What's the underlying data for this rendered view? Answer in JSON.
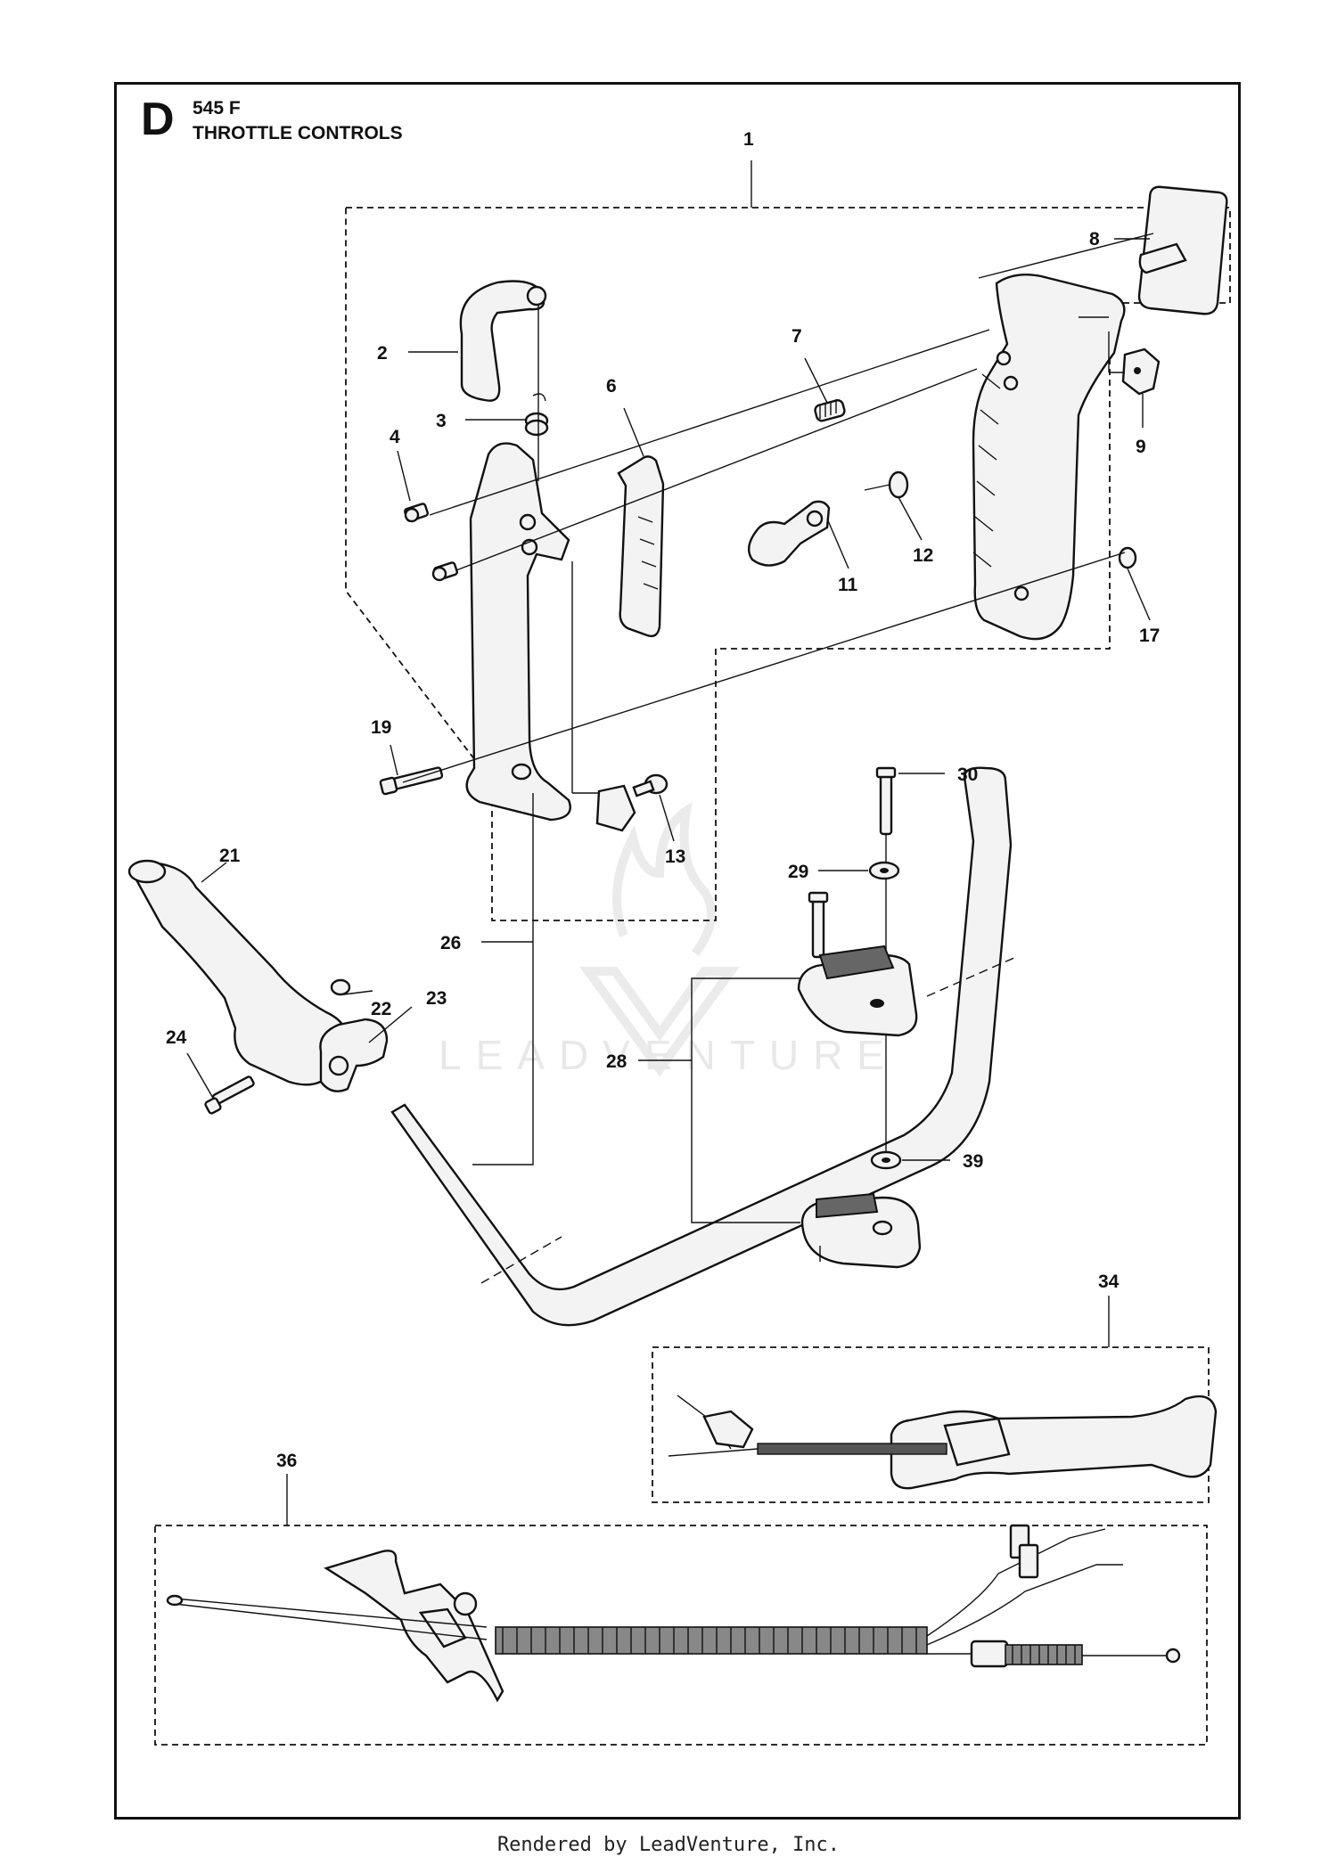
{
  "header": {
    "section_letter": "D",
    "model": "545 F",
    "title": "THROTTLE CONTROLS"
  },
  "watermark": {
    "text": "LEADVENTURE"
  },
  "callouts": [
    {
      "id": "c1",
      "label": "1"
    },
    {
      "id": "c2",
      "label": "2"
    },
    {
      "id": "c3",
      "label": "3"
    },
    {
      "id": "c4",
      "label": "4"
    },
    {
      "id": "c6",
      "label": "6"
    },
    {
      "id": "c7",
      "label": "7"
    },
    {
      "id": "c8",
      "label": "8"
    },
    {
      "id": "c9",
      "label": "9"
    },
    {
      "id": "c11",
      "label": "11"
    },
    {
      "id": "c12",
      "label": "12"
    },
    {
      "id": "c13",
      "label": "13"
    },
    {
      "id": "c17",
      "label": "17"
    },
    {
      "id": "c19",
      "label": "19"
    },
    {
      "id": "c21",
      "label": "21"
    },
    {
      "id": "c22",
      "label": "22"
    },
    {
      "id": "c23",
      "label": "23"
    },
    {
      "id": "c24",
      "label": "24"
    },
    {
      "id": "c26",
      "label": "26"
    },
    {
      "id": "c28",
      "label": "28"
    },
    {
      "id": "c29",
      "label": "29"
    },
    {
      "id": "c30",
      "label": "30"
    },
    {
      "id": "c34",
      "label": "34"
    },
    {
      "id": "c36",
      "label": "36"
    },
    {
      "id": "c39",
      "label": "39"
    }
  ],
  "footer": {
    "text": "Rendered by LeadVenture, Inc."
  }
}
